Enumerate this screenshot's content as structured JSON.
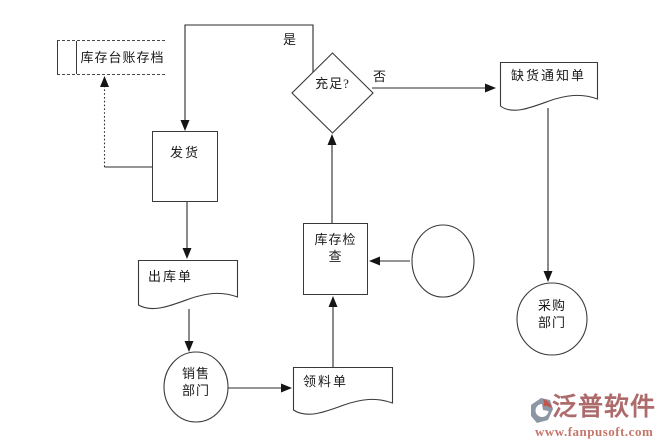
{
  "nodes": {
    "archive": {
      "label": "库存台账存档"
    },
    "shipping": {
      "label": "发货"
    },
    "decision": {
      "label": "充足?"
    },
    "shortage_notice": {
      "label": "缺货通知单"
    },
    "purchasing": {
      "label": "采购\n部门"
    },
    "inventory_check": {
      "label": "库存检\n查"
    },
    "outbound": {
      "label": "出库单"
    },
    "sales": {
      "label": "销售\n部门"
    },
    "requisition": {
      "label": "领料单"
    }
  },
  "edges": {
    "yes_label": "是",
    "no_label": "否"
  },
  "watermark": {
    "brand": "泛普软件",
    "url": "www.fanpusoft.com"
  },
  "colors": {
    "line": "#2b2b2b",
    "shape_border": "#3a3a3a",
    "text": "#1a1a1a",
    "brand_red": "#ae6b6c",
    "url_red": "#c4766a",
    "mark_gray": "#8d96a3",
    "mark_red": "#c0564e",
    "background": "#ffffff"
  }
}
